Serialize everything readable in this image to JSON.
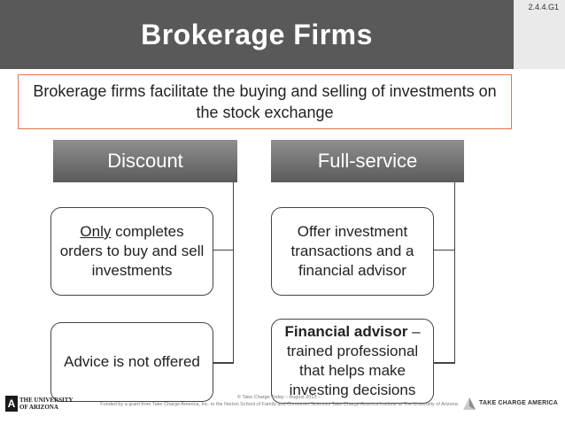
{
  "slide_id": "2.4.4.G1",
  "title": "Brokerage Firms",
  "subtitle": "Brokerage firms facilitate the buying and selling of investments on the stock exchange",
  "discount": {
    "header": "Discount",
    "node1": {
      "underlined": "Only",
      "rest": " completes orders to buy and sell investments"
    },
    "node2": "Advice is not offered"
  },
  "full_service": {
    "header": "Full-service",
    "node1": "Offer investment transactions and a financial advisor",
    "node2": {
      "bold": "Financial advisor",
      "rest": " – trained professional that helps make investing decisions"
    }
  },
  "footer": {
    "left_logo": {
      "mark": "A",
      "line1": "THE UNIVERSITY",
      "line2": "OF ARIZONA"
    },
    "line1": "© Take Charge Today – August 2013 –",
    "line2": "Funded by a grant from Take Charge America, Inc. to the Norton School of Family and Consumer Sciences Take Charge America Institute at The University of Arizona",
    "right_logo": {
      "line1": "TAKE CHARGE AMERICA",
      "line2": ""
    }
  },
  "colors": {
    "title_bg": "#595959",
    "accent": "#e8734a",
    "header_bg": "#7a7a7a"
  }
}
